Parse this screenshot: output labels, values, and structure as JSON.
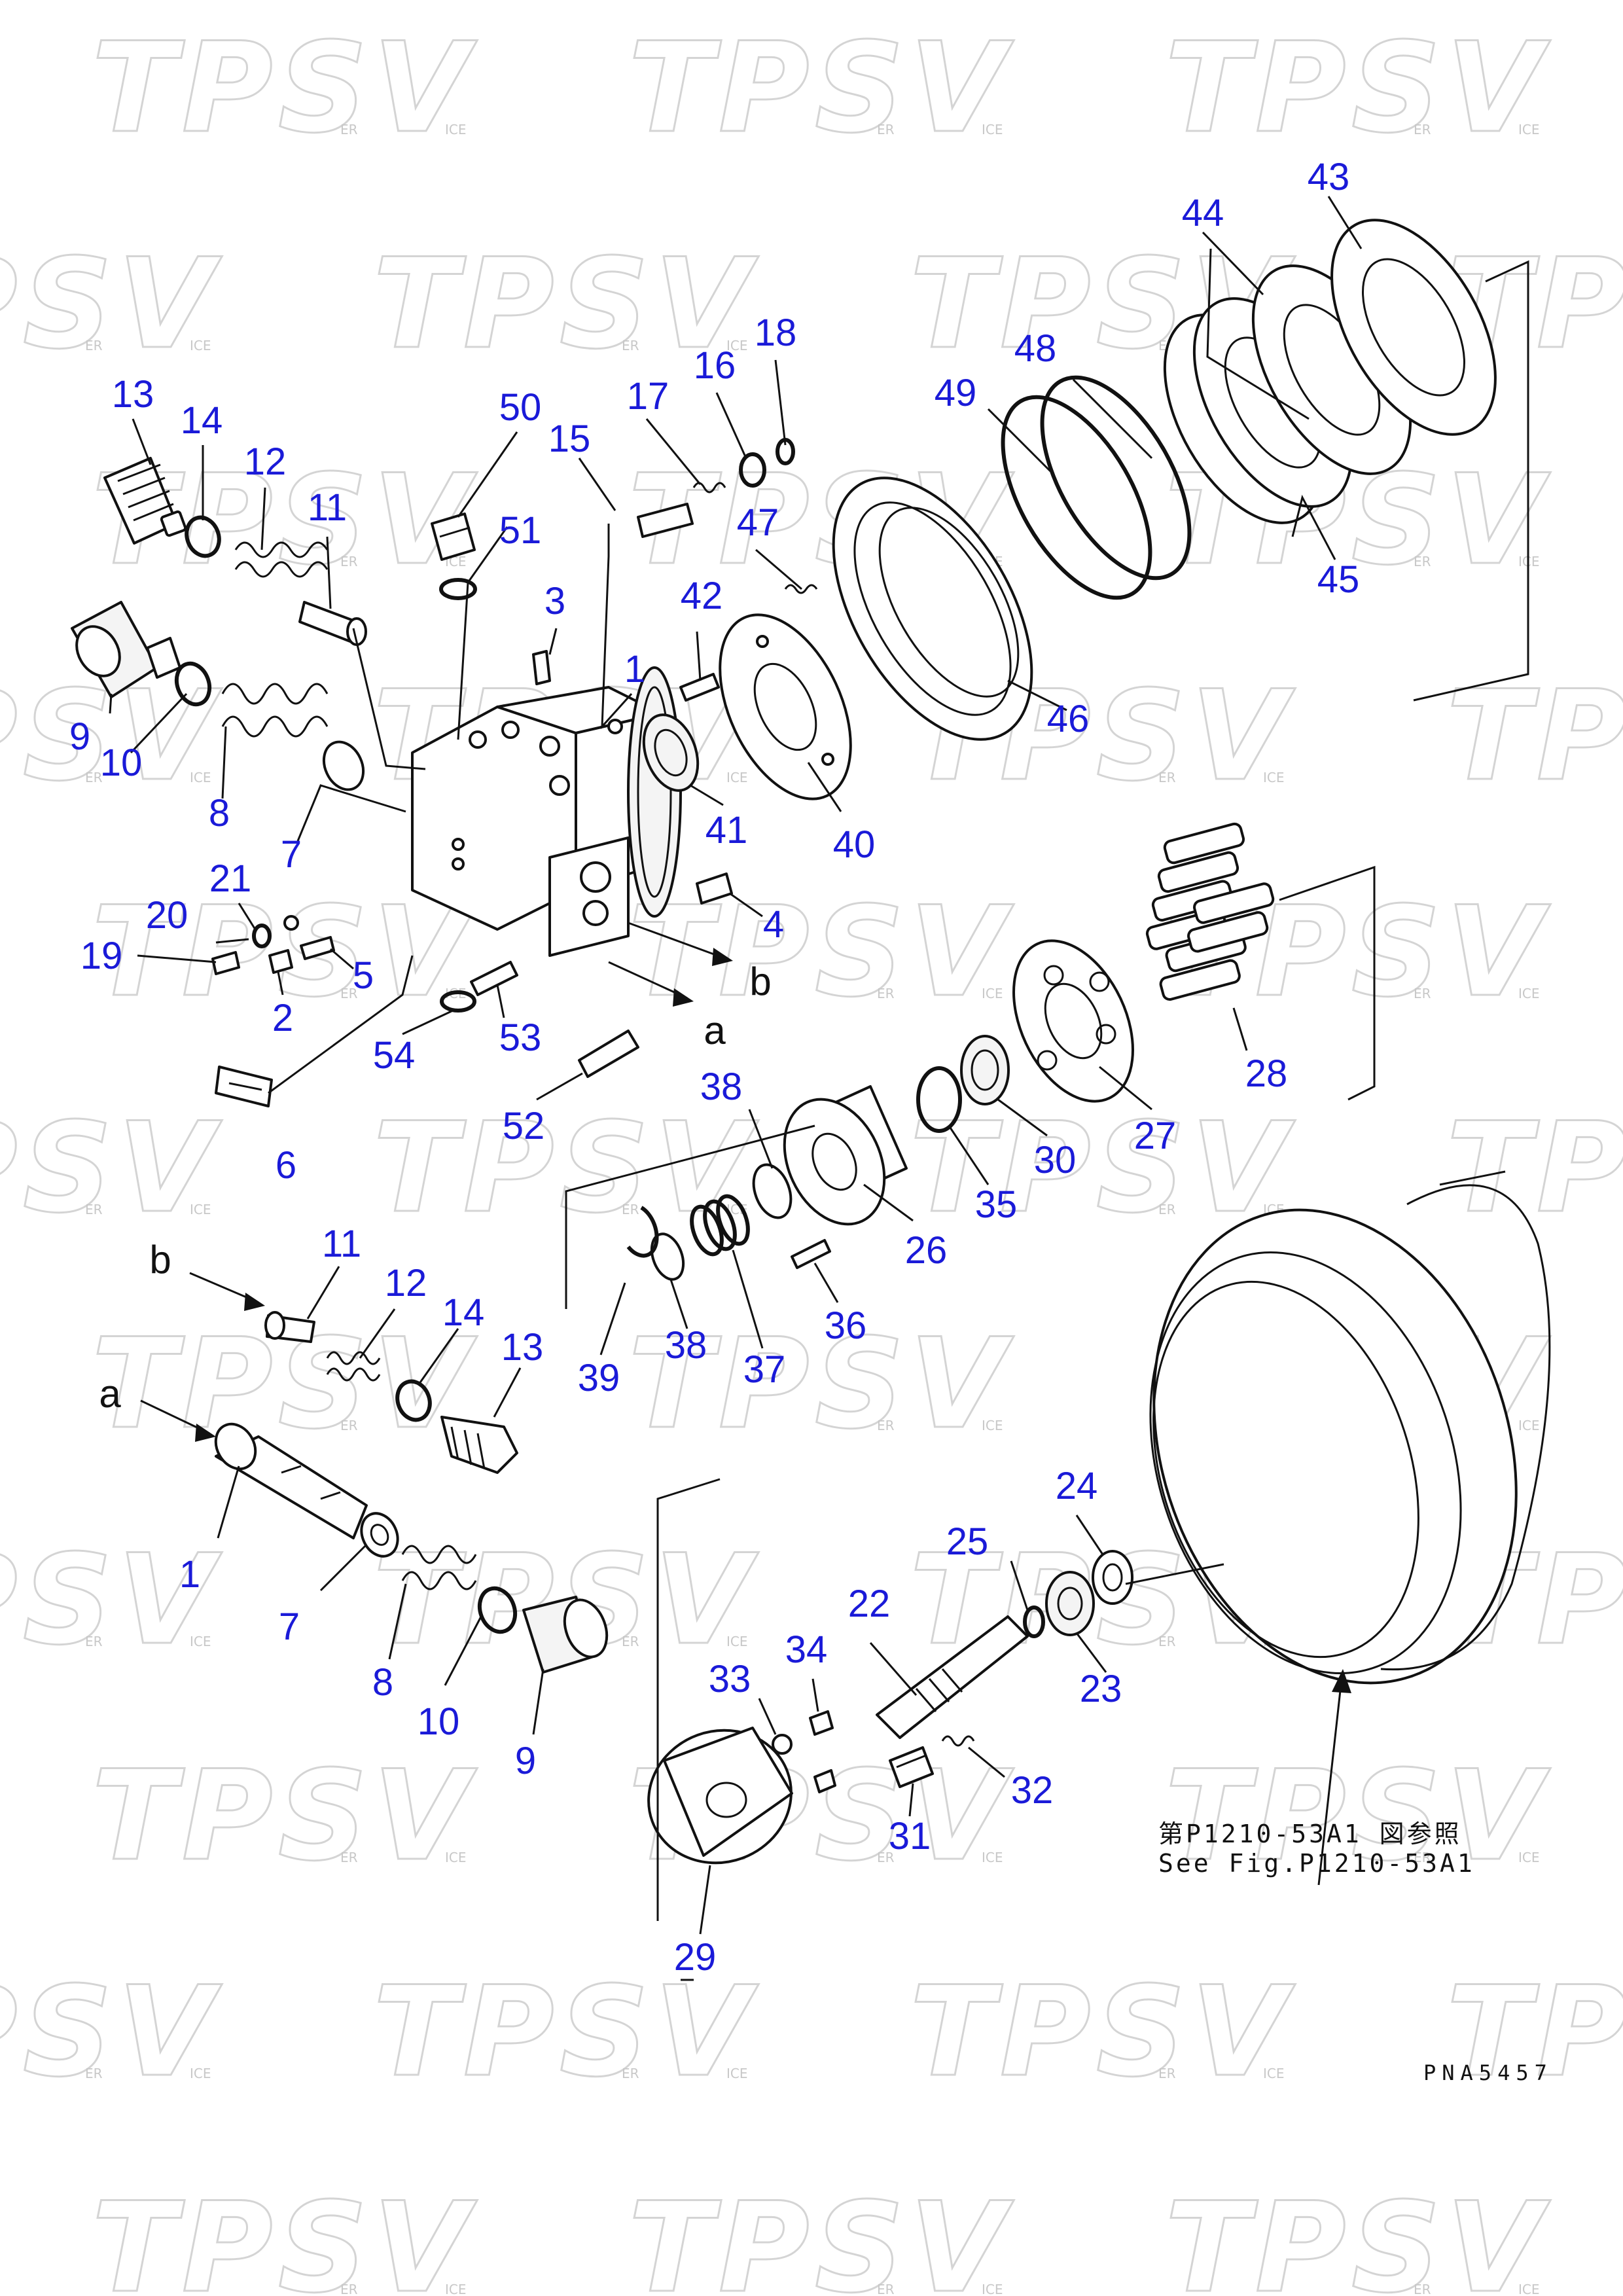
{
  "watermark": {
    "text": "TPSV",
    "sub_left": "ER",
    "sub_right": "ICE"
  },
  "callouts": [
    {
      "id": "c13a",
      "text": "13"
    },
    {
      "id": "c14a",
      "text": "14"
    },
    {
      "id": "c12a",
      "text": "12"
    },
    {
      "id": "c11a",
      "text": "11"
    },
    {
      "id": "c50",
      "text": "50"
    },
    {
      "id": "c51",
      "text": "51"
    },
    {
      "id": "c15",
      "text": "15"
    },
    {
      "id": "c17",
      "text": "17"
    },
    {
      "id": "c16",
      "text": "16"
    },
    {
      "id": "c18",
      "text": "18"
    },
    {
      "id": "c47",
      "text": "47"
    },
    {
      "id": "c49",
      "text": "49"
    },
    {
      "id": "c48",
      "text": "48"
    },
    {
      "id": "c44",
      "text": "44"
    },
    {
      "id": "c43",
      "text": "43"
    },
    {
      "id": "c45",
      "text": "45"
    },
    {
      "id": "c3",
      "text": "3"
    },
    {
      "id": "c1a",
      "text": "1"
    },
    {
      "id": "c42",
      "text": "42"
    },
    {
      "id": "c46",
      "text": "46"
    },
    {
      "id": "c9a",
      "text": "9"
    },
    {
      "id": "c10a",
      "text": "10"
    },
    {
      "id": "c8a",
      "text": "8"
    },
    {
      "id": "c7a",
      "text": "7"
    },
    {
      "id": "c41",
      "text": "41"
    },
    {
      "id": "c40",
      "text": "40"
    },
    {
      "id": "c21",
      "text": "21"
    },
    {
      "id": "c20",
      "text": "20"
    },
    {
      "id": "c19",
      "text": "19"
    },
    {
      "id": "c2",
      "text": "2"
    },
    {
      "id": "c5",
      "text": "5"
    },
    {
      "id": "c4",
      "text": "4"
    },
    {
      "id": "c54",
      "text": "54"
    },
    {
      "id": "c53",
      "text": "53"
    },
    {
      "id": "c52",
      "text": "52"
    },
    {
      "id": "c6",
      "text": "6"
    },
    {
      "id": "c28",
      "text": "28"
    },
    {
      "id": "c27",
      "text": "27"
    },
    {
      "id": "c30",
      "text": "30"
    },
    {
      "id": "c35",
      "text": "35"
    },
    {
      "id": "c38a",
      "text": "38"
    },
    {
      "id": "c26",
      "text": "26"
    },
    {
      "id": "c36",
      "text": "36"
    },
    {
      "id": "c37",
      "text": "37"
    },
    {
      "id": "c38b",
      "text": "38"
    },
    {
      "id": "c39",
      "text": "39"
    },
    {
      "id": "c11b",
      "text": "11"
    },
    {
      "id": "c12b",
      "text": "12"
    },
    {
      "id": "c14b",
      "text": "14"
    },
    {
      "id": "c13b",
      "text": "13"
    },
    {
      "id": "c1b",
      "text": "1"
    },
    {
      "id": "c7b",
      "text": "7"
    },
    {
      "id": "c8b",
      "text": "8"
    },
    {
      "id": "c10b",
      "text": "10"
    },
    {
      "id": "c9b",
      "text": "9"
    },
    {
      "id": "c24",
      "text": "24"
    },
    {
      "id": "c25",
      "text": "25"
    },
    {
      "id": "c22",
      "text": "22"
    },
    {
      "id": "c23",
      "text": "23"
    },
    {
      "id": "c34",
      "text": "34"
    },
    {
      "id": "c33",
      "text": "33"
    },
    {
      "id": "c32",
      "text": "32"
    },
    {
      "id": "c31",
      "text": "31"
    },
    {
      "id": "c29",
      "text": "29"
    }
  ],
  "letters": {
    "b_top": "b",
    "a_top": "a",
    "b_bottom": "b",
    "a_bottom": "a"
  },
  "notes": {
    "ref_jp": "第P1210-53A1 図参照",
    "ref_en": "See Fig.P1210-53A1",
    "drawing_no": "PNA5457"
  }
}
